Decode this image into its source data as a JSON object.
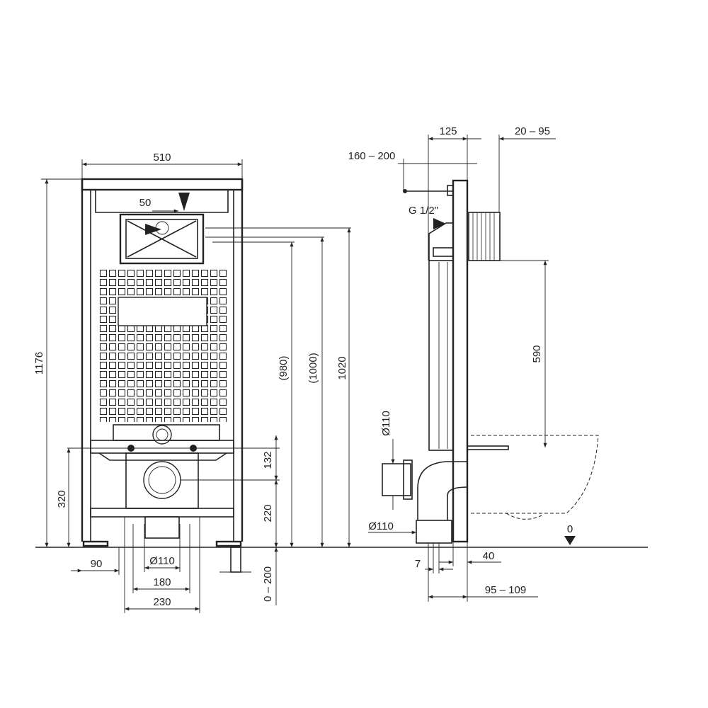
{
  "colors": {
    "line": "#222222",
    "background": "#ffffff"
  },
  "front_view": {
    "width": "510",
    "flush_offset": "50",
    "total_height": "1176",
    "height_980": "(980)",
    "height_1000": "(1000)",
    "height_1020": "1020",
    "dim_132": "132",
    "dim_220": "220",
    "dim_320": "320",
    "foot_adjust": "0 – 200",
    "foot_90": "90",
    "outlet_dia": "Ø110",
    "dim_180": "180",
    "dim_230": "230"
  },
  "side_view": {
    "depth_125": "125",
    "wall_20_95": "20 – 95",
    "supply_160_200": "160 – 200",
    "supply_thread": "G 1/2\"",
    "dim_590": "590",
    "dia_upper": "Ø110",
    "dia_lower": "Ø110",
    "floor_zero": "0",
    "dim_7": "7",
    "dim_40": "40",
    "dim_95_109": "95 – 109"
  }
}
